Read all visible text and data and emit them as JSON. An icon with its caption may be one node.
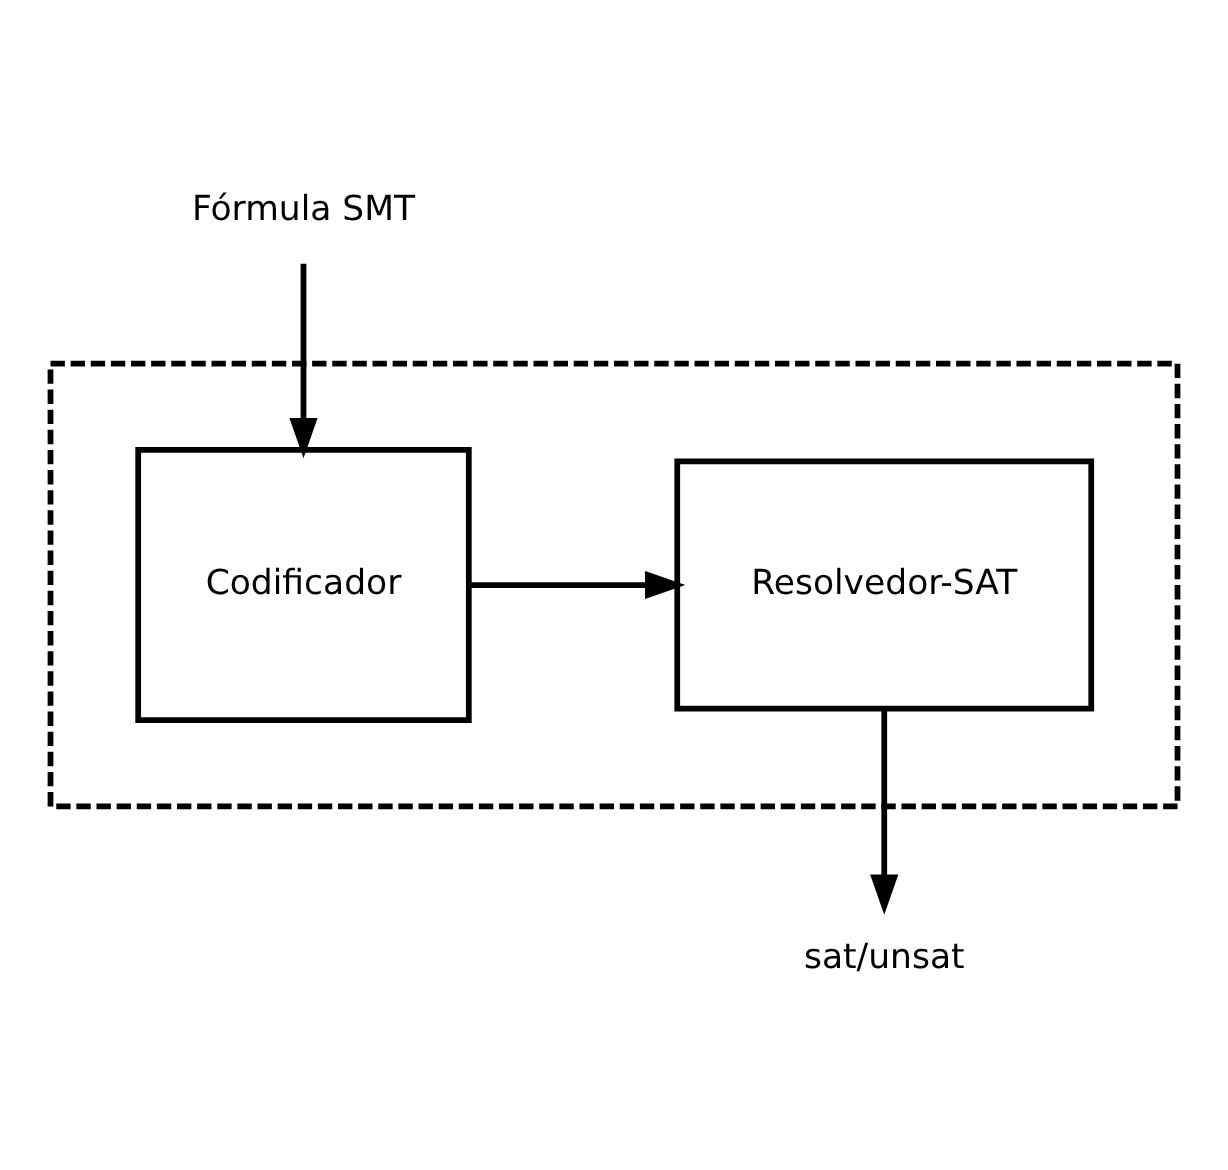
{
  "diagram": {
    "nodes": [
      {
        "text": [
          "Fórmula SMT"
        ]
      },
      {
        "text": [],
        "shape": "box"
      },
      {
        "text": [
          "Codificador"
        ],
        "in": 1
      },
      {
        "text": [
          "Resolvedor-SAT"
        ],
        "in": 1
      },
      {
        "text": [
          "sat/unsat"
        ]
      }
    ],
    "edges": [
      {
        "from": 0,
        "to": 2,
        "arrow": "to"
      },
      {
        "from": 2,
        "to": 3,
        "arrow": "to"
      },
      {
        "from": 3,
        "to": 4,
        "arrow": "to"
      }
    ]
  }
}
